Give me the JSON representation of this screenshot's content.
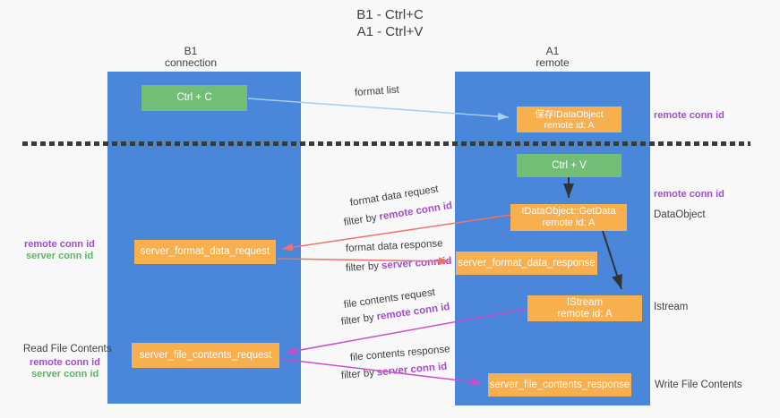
{
  "title": {
    "line1": "B1 - Ctrl+C",
    "line2": "A1 - Ctrl+V"
  },
  "columns": {
    "left": {
      "name": "B1",
      "role": "connection"
    },
    "right": {
      "name": "A1",
      "role": "remote"
    }
  },
  "boxes": {
    "ctrl_c": {
      "label": "Ctrl + C"
    },
    "ctrl_v": {
      "label": "Ctrl + V"
    },
    "save_dataobject": {
      "line1": "保存IDataObject",
      "line2": "remote id: A"
    },
    "getdata": {
      "line1": "IDataObject::GetData",
      "line2": "remote id: A"
    },
    "istream": {
      "line1": "IStream",
      "line2": "remote id: A"
    },
    "server_format_data_request": {
      "label": "server_format_data_request"
    },
    "server_format_data_response": {
      "label": "server_format_data_response"
    },
    "server_file_contents_request": {
      "label": "server_file_contents_request"
    },
    "server_file_contents_response": {
      "label": "server_file_contents_response"
    }
  },
  "flow_labels": {
    "format_list": "format list",
    "format_data_request": "format data request",
    "format_data_response": "format data response",
    "file_contents_request": "file contents request",
    "file_contents_response": "file contents response",
    "filter_by": "filter by",
    "remote_conn_id": "remote conn id",
    "server_conn_id": "server conn id"
  },
  "side_labels": {
    "right_remote_conn_id_top": "remote conn id",
    "right_remote_conn_id_mid": "remote conn id",
    "dataobject": "DataObject",
    "istream": "Istream",
    "write_file_contents": "Write File Contents",
    "left_remote_conn_id_top": "remote conn id",
    "left_server_conn_id_top": "server conn id",
    "read_file_contents": "Read File Contents",
    "left_remote_conn_id_bottom": "remote conn id",
    "left_server_conn_id_bottom": "server conn id"
  },
  "colors": {
    "column_blue": "#4A86D9",
    "box_green": "#72BE77",
    "box_orange": "#F8AF4D",
    "arrow_red": "#F0716B",
    "arrow_magenta": "#C94FC9",
    "arrow_black": "#333333",
    "arrow_lightblue": "#A5CEF0",
    "text_purple": "#A04FC8",
    "text_green": "#5FB463",
    "text_dark": "#3F3F3F",
    "dashed_line": "#3A3A3A",
    "background": "#F8F8F8"
  }
}
